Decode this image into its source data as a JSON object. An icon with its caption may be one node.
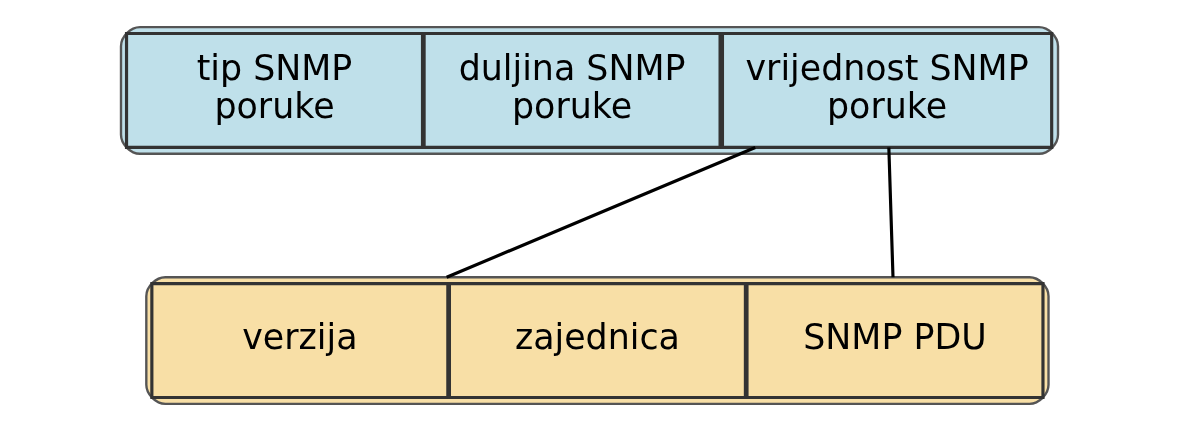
{
  "diagram": {
    "nodes": [
      {
        "text": [],
        "shape": "bar"
      },
      {
        "text": [
          "tip SNMP poruke"
        ],
        "in": 0
      },
      {
        "text": [
          "duljina SNMP poruke"
        ],
        "in": 0
      },
      {
        "text": [
          "vrijednost SNMP poruke"
        ],
        "in": 0
      },
      {
        "text": [],
        "shape": "bar"
      },
      {
        "text": [
          "verzija"
        ],
        "in": 4
      },
      {
        "text": [
          "zajednica"
        ],
        "in": 4
      },
      {
        "text": [
          "SNMP PDU"
        ],
        "in": 4
      }
    ],
    "edges": [
      {
        "from": 3,
        "to": 4,
        "arrow": "none"
      },
      {
        "from": 3,
        "to": 4,
        "arrow": "none"
      }
    ]
  }
}
